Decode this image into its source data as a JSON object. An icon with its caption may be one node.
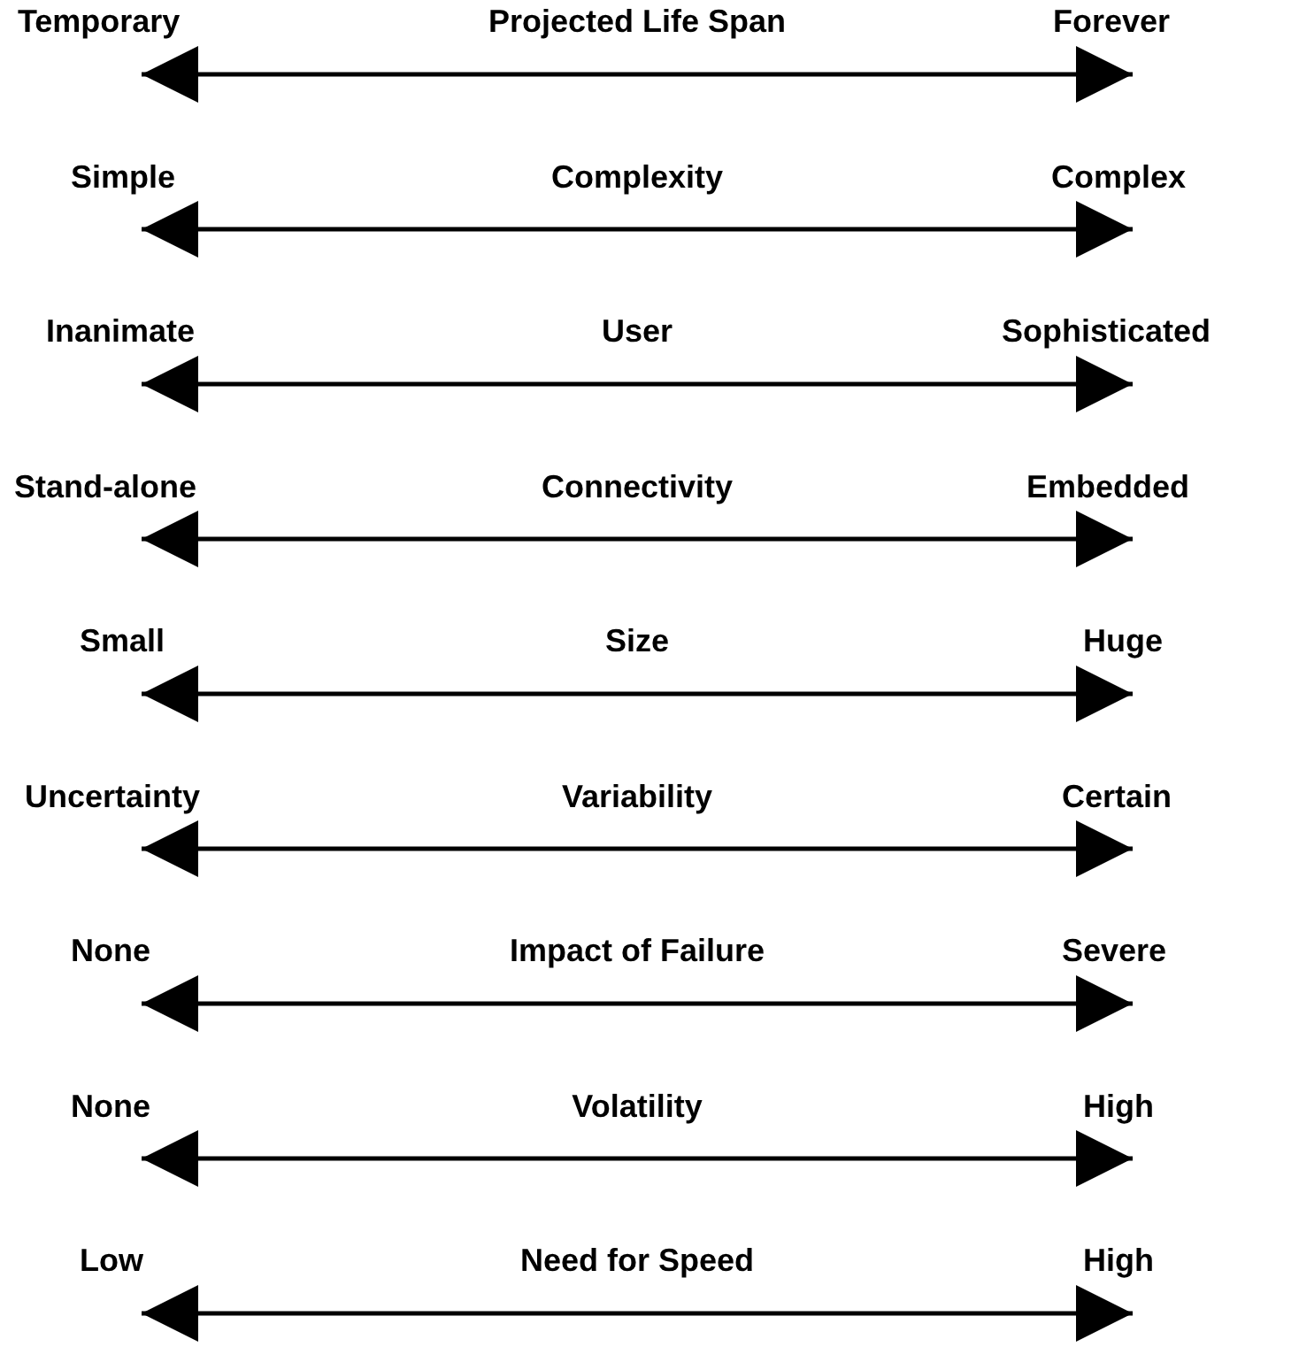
{
  "diagram": {
    "nodes": [
      {
        "text": [
          "Temporary"
        ]
      },
      {
        "text": [
          "Forever"
        ]
      },
      {
        "text": [
          "Simple"
        ]
      },
      {
        "text": [
          "Complex"
        ]
      },
      {
        "text": [
          "Inanimate"
        ]
      },
      {
        "text": [
          "Sophisticated"
        ]
      },
      {
        "text": [
          "Stand-alone"
        ]
      },
      {
        "text": [
          "Embedded"
        ]
      },
      {
        "text": [
          "Small"
        ]
      },
      {
        "text": [
          "Huge"
        ]
      },
      {
        "text": [
          "Uncertainty"
        ]
      },
      {
        "text": [
          "Certain"
        ]
      },
      {
        "text": [
          "None"
        ]
      },
      {
        "text": [
          "Severe"
        ]
      },
      {
        "text": [
          "None"
        ]
      },
      {
        "text": [
          "High"
        ]
      },
      {
        "text": [
          "Low"
        ]
      },
      {
        "text": [
          "High"
        ]
      }
    ],
    "edges": [
      {
        "from": 0,
        "to": 1,
        "arrow": "both",
        "label": "Projected Life Span"
      },
      {
        "from": 2,
        "to": 3,
        "arrow": "both",
        "label": "Complexity"
      },
      {
        "from": 4,
        "to": 5,
        "arrow": "both",
        "label": "User"
      },
      {
        "from": 6,
        "to": 7,
        "arrow": "both",
        "label": "Connectivity"
      },
      {
        "from": 8,
        "to": 9,
        "arrow": "both",
        "label": "Size"
      },
      {
        "from": 10,
        "to": 11,
        "arrow": "both",
        "label": "Variability"
      },
      {
        "from": 12,
        "to": 13,
        "arrow": "both",
        "label": "Impact of Failure"
      },
      {
        "from": 14,
        "to": 15,
        "arrow": "both",
        "label": "Volatility"
      },
      {
        "from": 16,
        "to": 17,
        "arrow": "both",
        "label": "Need for Speed"
      }
    ]
  }
}
